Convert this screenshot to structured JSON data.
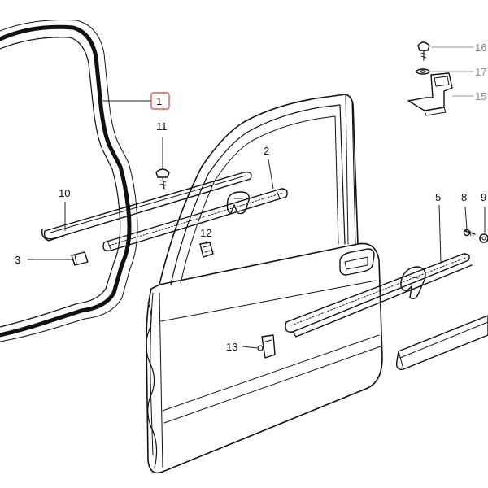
{
  "diagram": {
    "highlight_color": "#e8584a",
    "labels": {
      "p1": "1",
      "p2": "2",
      "p3": "3",
      "p5": "5",
      "p8": "8",
      "p9": "9",
      "p10": "10",
      "p11": "11",
      "p12": "12",
      "p13": "13",
      "p15": "15",
      "p16": "16",
      "p17": "17"
    }
  }
}
